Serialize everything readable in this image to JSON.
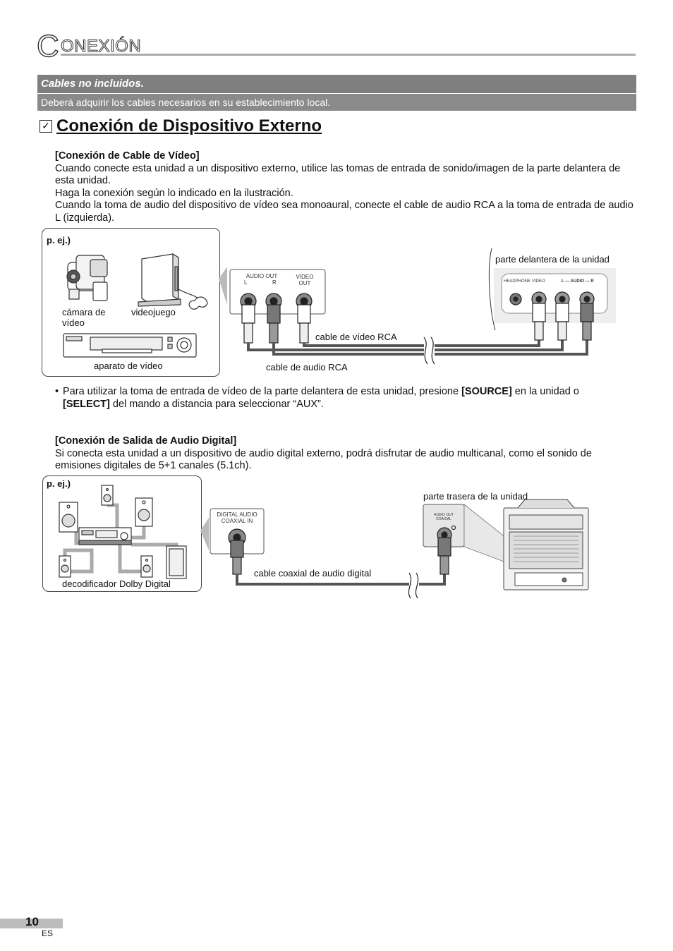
{
  "header": {
    "initial": "C",
    "rest": "ONEXIÓN"
  },
  "notice": {
    "title": "Cables no incluidos.",
    "text": "Deberá adquirir los cables necesarios en su establecimiento local."
  },
  "section": {
    "checkbox": "✓",
    "title": "Conexión de Dispositivo Externo"
  },
  "video": {
    "heading": "[Conexión de Cable de Vídeo]",
    "lines": [
      "Cuando conecte esta unidad a un dispositivo externo, utilice las tomas de entrada de sonido/imagen de la parte delantera de esta unidad.",
      "Haga la conexión según lo indicado en la ilustración.",
      "Cuando la toma de audio del dispositivo de vídeo sea monoaural, conecte el cable de audio RCA a la toma de entrada de audio L (izquierda)."
    ],
    "diagram": {
      "example": "p. ej.)",
      "camcorder": "cámara de vídeo",
      "game": "videojuego",
      "vcr": "aparato de vídeo",
      "audio_out": "AUDIO OUT",
      "l": "L",
      "r": "R",
      "video_out": "VIDEO OUT",
      "video_cable": "cable de vídeo RCA",
      "audio_cable": "cable de audio RCA",
      "front": "parte delantera de la unidad",
      "headphone": "HEADPHONE",
      "video_in": "VIDEO",
      "audio_in": "L — AUDIO — R"
    },
    "bullet": {
      "a": "Para utilizar la toma de entrada de vídeo de la parte delantera de esta unidad, presione ",
      "source": "[SOURCE]",
      "b": " en la unidad o ",
      "select": "[SELECT]",
      "c": " del mando a distancia para seleccionar “AUX”."
    }
  },
  "digital": {
    "heading": "[Conexión de Salida de Audio Digital]",
    "text": "Si conecta esta unidad a un dispositivo de audio digital externo, podrá disfrutar de audio multicanal, como el sonido de emisiones digitales de 5+1 canales (5.1ch).",
    "diagram": {
      "example": "p. ej.)",
      "decoder": "decodificador Dolby Digital",
      "coax_in": "DIGITAL AUDIO COAXIAL IN",
      "cable": "cable coaxial de audio digital",
      "rear": "parte trasera de la unidad",
      "coax_out": "AUDIO OUT COAXIAL"
    }
  },
  "footer": {
    "page": "10",
    "lang": "ES"
  }
}
